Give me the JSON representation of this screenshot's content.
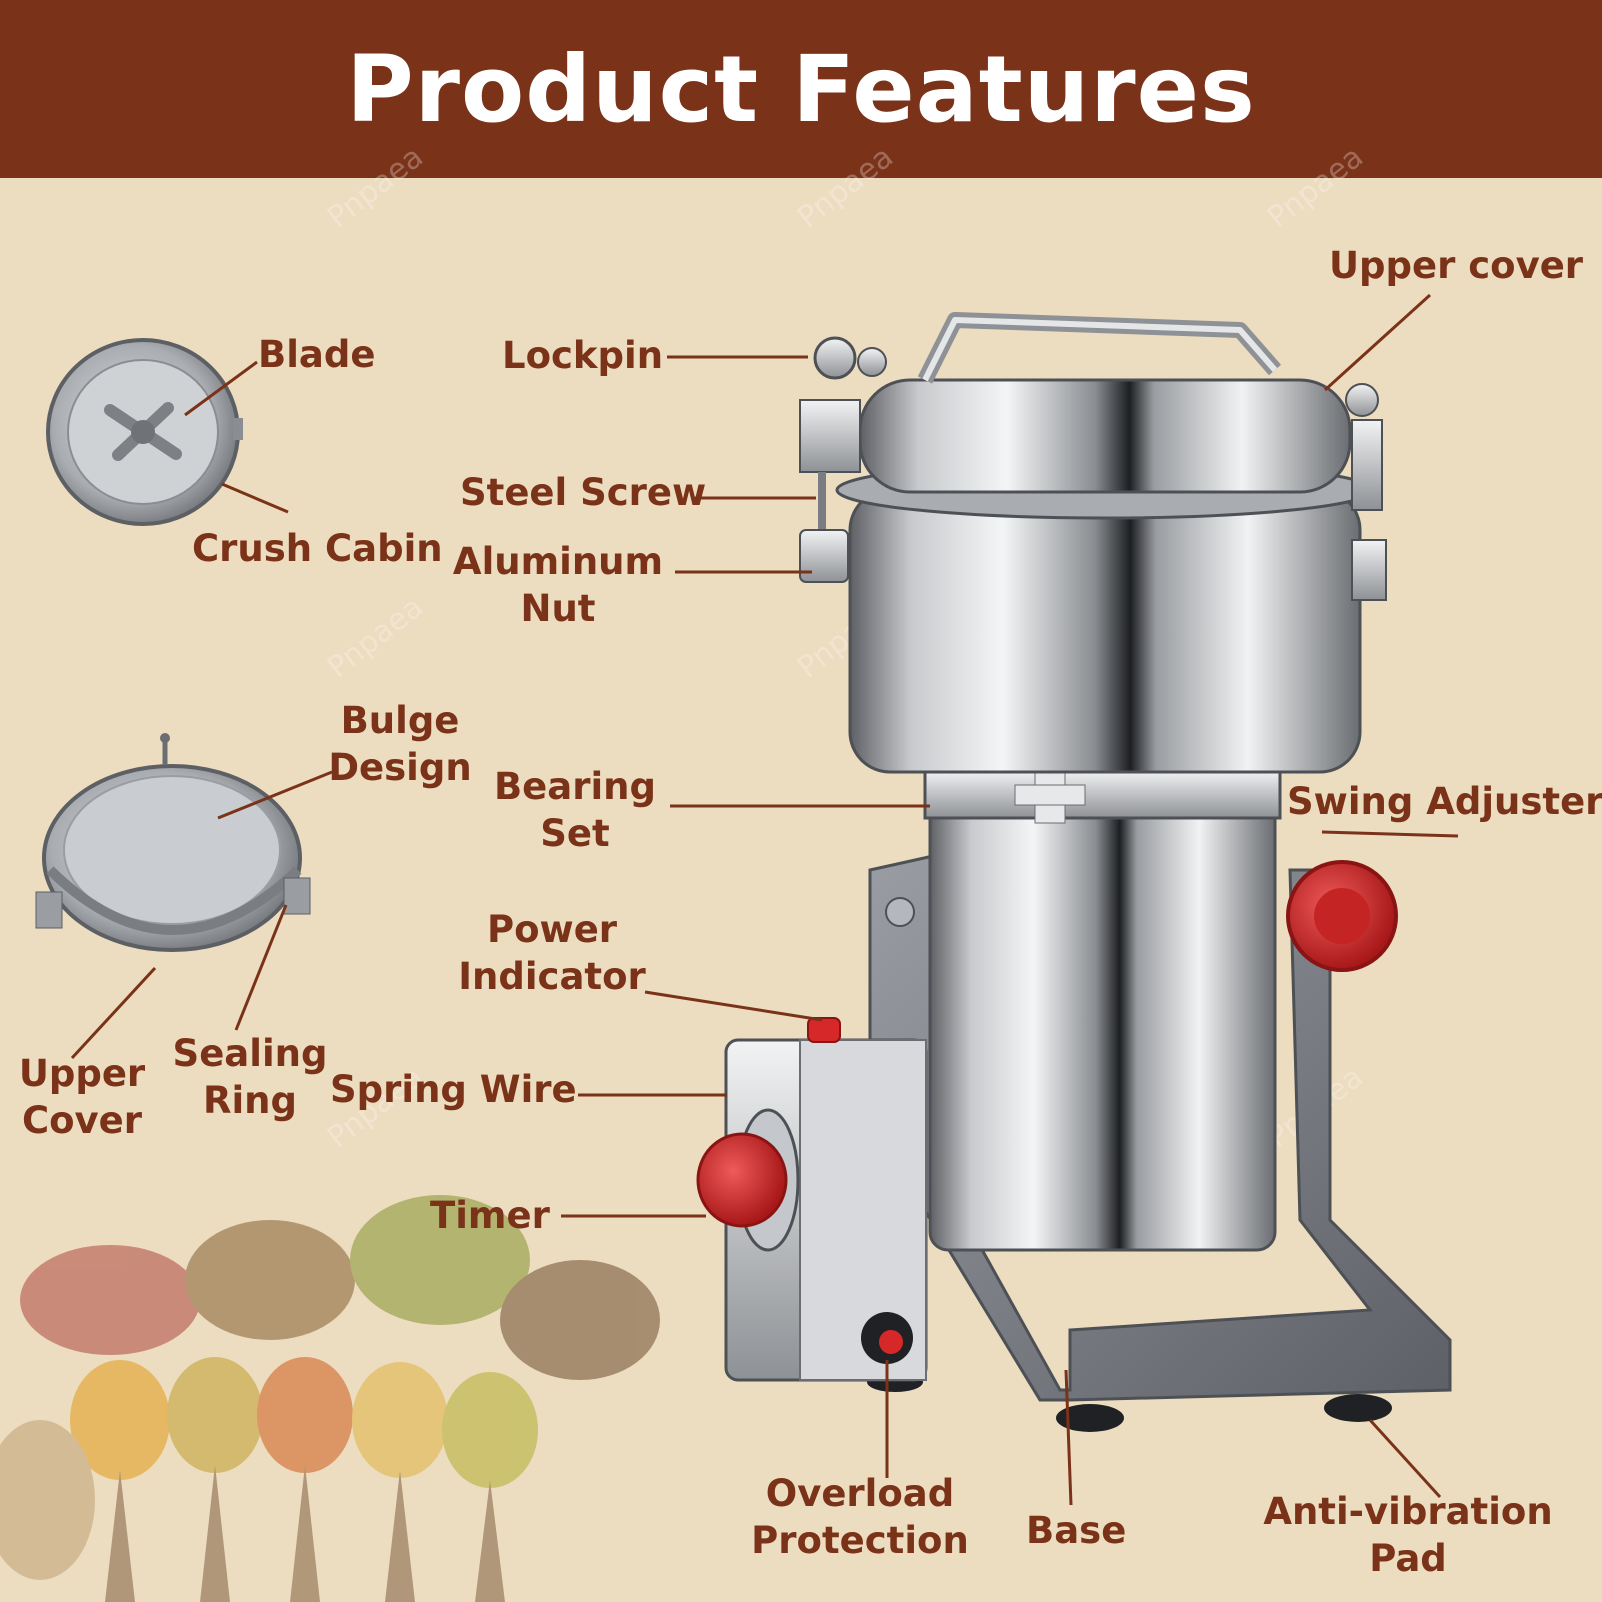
{
  "header": {
    "title": "Product Features"
  },
  "watermark": "Pnpaea",
  "labels": {
    "upper_cover_top": "Upper cover",
    "blade": "Blade",
    "lockpin": "Lockpin",
    "steel_screw": "Steel Screw",
    "crush_cabin": "Crush Cabin",
    "aluminum_nut": [
      "Aluminum",
      "Nut"
    ],
    "bulge_design": [
      "Bulge",
      "Design"
    ],
    "bearing_set": [
      "Bearing",
      "Set"
    ],
    "swing_adjuster": "Swing Adjuster",
    "power_indicator": [
      "Power",
      "Indicator"
    ],
    "upper_cover_left": [
      "Upper",
      "Cover"
    ],
    "sealing_ring": [
      "Sealing",
      "Ring"
    ],
    "spring_wire": "Spring Wire",
    "timer": "Timer",
    "overload_protection": [
      "Overload",
      "Protection"
    ],
    "base": "Base",
    "anti_vibration_pad": [
      "Anti-vibration",
      "Pad"
    ]
  },
  "colors": {
    "header_bg": "#7a3218",
    "label_text": "#7a3218",
    "background": "#ecdcc0",
    "knob_red": "#d62828"
  }
}
